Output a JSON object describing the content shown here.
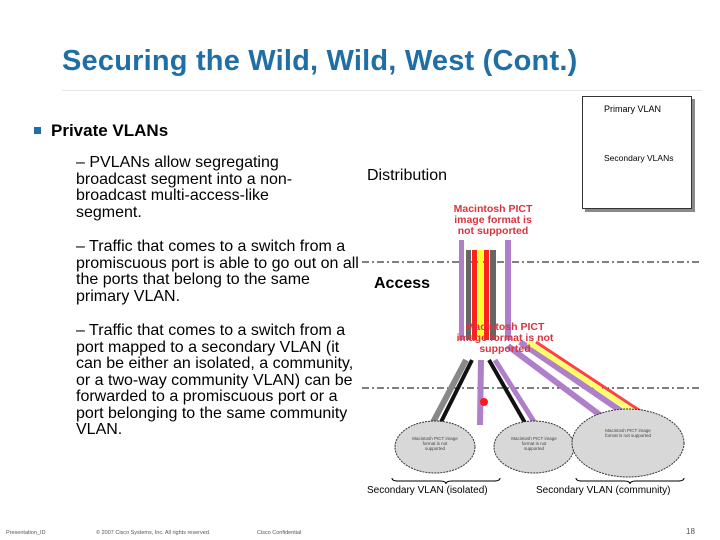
{
  "slide": {
    "title": "Securing the Wild, Wild, West (Cont.)",
    "bullet": "Private VLANs",
    "subpoints": [
      "– PVLANs allow segregating broadcast segment into a non-broadcast multi-access-like segment.",
      "– Traffic that comes to a switch from a promiscuous port is able to go out on all the ports that belong to the same primary VLAN.",
      "– Traffic that comes to a switch from a port mapped to a secondary VLAN (it can be either an isolated, a community, or a two-way community VLAN) can be forwarded to a promiscuous port or a port belonging to the same community VLAN."
    ]
  },
  "diagram": {
    "distribution_label": "Distribution",
    "access_label": "Access",
    "missing_image_text_1": "Macintosh PICT image format is not supported",
    "missing_image_text_2": "Macintosh PICT image format is not supported",
    "cloud_texts": [
      "Macintosh PICT image format is not supported",
      "Macintosh PICT image format is not supported",
      "Macintosh PICT image format is not supported"
    ],
    "caption_isolated": "Secondary VLAN (isolated)",
    "caption_community": "Secondary VLAN (community)",
    "legend": {
      "primary_label": "Primary VLAN",
      "secondary_label": "Secondary VLANs",
      "primary_color": "#8a1a9e",
      "secondary_colors": [
        "#ff1a1a",
        "#ffff33",
        "#ff1a1a"
      ]
    }
  },
  "footer": {
    "presentation_id": "Presentation_ID",
    "copyright": "© 2007 Cisco Systems, Inc. All rights reserved.",
    "confidential": "Cisco Confidential",
    "page_number": "18"
  }
}
